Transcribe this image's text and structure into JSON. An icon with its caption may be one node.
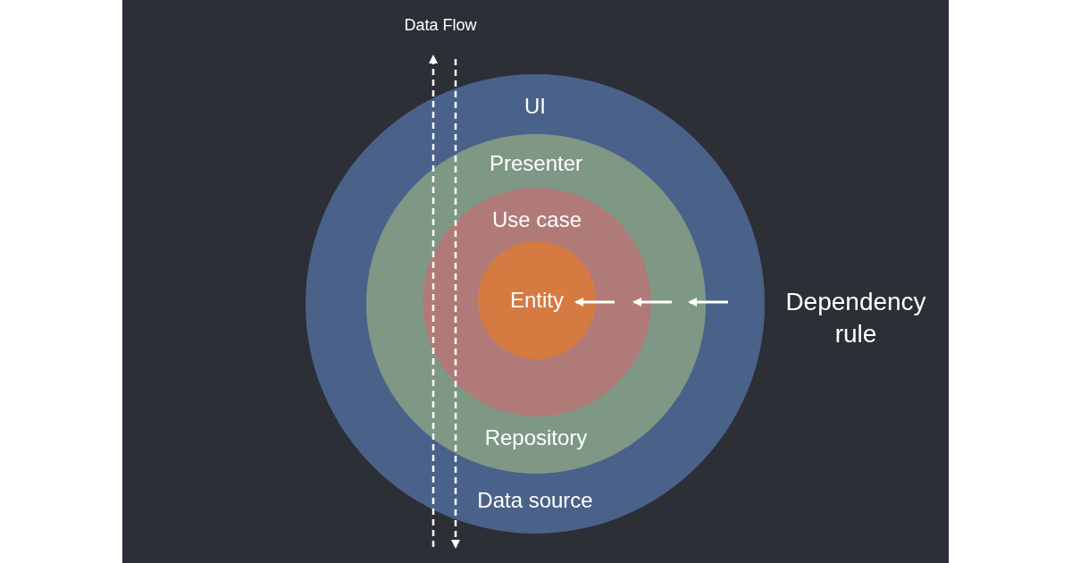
{
  "diagram": {
    "nodes": [
      {
        "text": [
          "UI",
          "Data source"
        ]
      },
      {
        "text": [
          "Presenter",
          "Repository"
        ],
        "in": 0
      },
      {
        "text": [
          "Use case"
        ],
        "in": 1
      },
      {
        "text": [
          "Entity"
        ],
        "in": 2
      }
    ],
    "labels": [
      "Data Flow",
      "Dependency rule"
    ]
  }
}
